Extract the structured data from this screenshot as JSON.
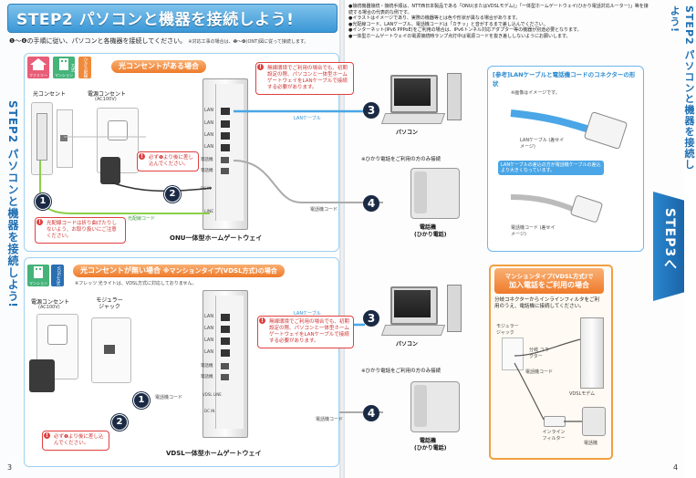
{
  "left": {
    "title": "STEP2 パソコンと機器を接続しよう!",
    "intro": "❶〜❹の手順に従い、パソコンと各機器を接続してください。",
    "intro_note": "※対応工事の場合は、❶〜❹(ONT)図に従って接続します。",
    "vertical_title": "STEP2 パソコンと機器を接続しよう!",
    "page_number": "3",
    "section1": {
      "tag_family": "ファミリー",
      "tag_mansion": "マンション",
      "tag_type": "ひかり配線方式",
      "heading": "光コンセントがある場合",
      "hikari_outlet": "光コンセント",
      "power_outlet": "電源コンセント",
      "power_outlet_sub": "(AC100V)",
      "callout_init": "無線環境でご利用の場合でも、初期設定の際、パソコンと一体型ホームゲートウェイをLANケーブルで接続する必要があります。",
      "callout_plug": "必ず❶より後に差し込んでください。",
      "callout_fiber": "光配線コードは折り曲げたりしないよう、お取り扱いにご注意ください。",
      "lan_cable": "LANケーブル",
      "fiber_cord": "光配線コード",
      "phone_cord": "電話機コード",
      "device_name": "ONU一体型ホームゲートウェイ",
      "pc": "パソコン",
      "phone_only": "※ひかり電話をご利用の方のみ接続",
      "phone": "電話機",
      "phone_sub": "(ひかり電話)",
      "ports": [
        "LAN",
        "LAN",
        "LAN",
        "LAN",
        "電話機",
        "電話機",
        "DC IN",
        "LINE"
      ],
      "nums": [
        "1",
        "2",
        "3",
        "4"
      ]
    },
    "section2": {
      "tag_mansion": "マンション",
      "tag_type": "VDSL方式",
      "heading": "光コンセントが無い場合",
      "heading_sub": "※マンションタイプ(VDSL方式)の場合",
      "note": "※フレッツ 光ライトは、VDSL方式に対応しておりません。",
      "power_outlet": "電源コンセント",
      "power_outlet_sub": "(AC100V)",
      "modular_jack": "モジュラー ジャック",
      "callout_init": "無線環境でご利用の場合でも、初期設定の際、パソコンと一体型ホームゲートウェイをLANケーブルで接続する必要があります。",
      "callout_plug": "必ず❶より後に差し込んでください。",
      "lan_cable": "LANケーブル",
      "phone_cord": "電話機コード",
      "device_name": "VDSL一体型ホームゲートウェイ",
      "pc": "パソコン",
      "phone_only": "※ひかり電話をご利用の方のみ接続",
      "phone": "電話機",
      "phone_sub": "(ひかり電話)",
      "ports": [
        "LAN",
        "LAN",
        "LAN",
        "LAN",
        "電話機",
        "電話機",
        "VDSL LINE",
        "DC IN"
      ],
      "nums": [
        "1",
        "2",
        "3",
        "4"
      ]
    }
  },
  "right": {
    "page_number": "4",
    "vertical_title": "STEP2 パソコンと機器を接続しよう!",
    "bullets": [
      "●接続機器接続・接続手順は、NTT西日本製品である「ONU(またはVDSLモデム)」「一体型ホームゲートウェイ(ひかり電話対応ルーター)」等を接続する場合の代表的な例です。",
      "●イラストはイメージであり、実際の機器等とは色や形状が異なる場合があります。",
      "●光配線コード、LANケーブル、電話機コードは「カチッ」と音がするまで差し込んでください。",
      "●インターネット(IPv6 PPPoE)をご利用の場合は、IPv6トンネル対応アダプター等の機器が別途必要となります。",
      "●一体型ホームゲートウェイの電源接続時ランプ点灯中は電源コードを抜き差ししないようにお願いします。"
    ],
    "reference": {
      "title": "[参考]LANケーブルと電話機コードのコネクターの形状",
      "image_note": "※画像はイメージです。",
      "lan_label": "LANケーブル (差せイメージ)",
      "note": "LANケーブルの差込の方が電話機ケーブルの差込より大きくなっています。",
      "phone_label": "電話機コード (差せイメージ)"
    },
    "step3": "STEP3へ",
    "mansion_box": {
      "title": "マンションタイプ(VDSL方式)で",
      "title2": "加入電話をご利用の場合",
      "desc": "分岐コネクターからインラインフィルタをご利用のうえ、電話機に接続してください。",
      "modular_jack": "モジュラー ジャック",
      "splitter": "分岐 コネクター",
      "phone_cord": "電話機コード",
      "vdsl_modem": "VDSLモデム",
      "inline_filter": "インライン フィルター",
      "phone": "電話機"
    }
  }
}
